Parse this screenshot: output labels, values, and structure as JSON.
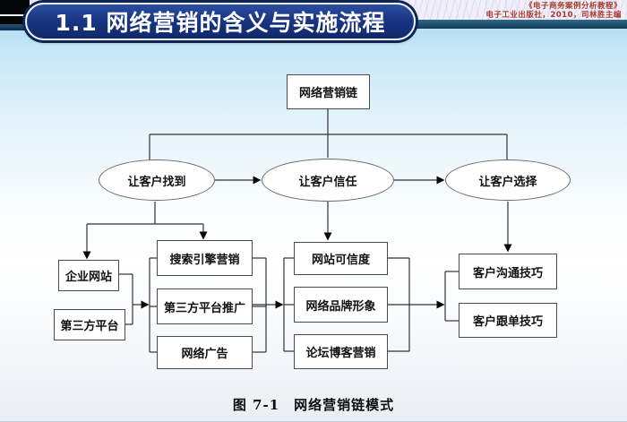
{
  "slide": {
    "title": "1.1 网络营销的含义与实施流程",
    "citation": {
      "line1": "《电子商务案例分析教程》",
      "line2": "电子工业出版社，2010，司林胜主编"
    },
    "caption": "图 7-1　网络营销链模式"
  },
  "diagram": {
    "nodes": {
      "chain": "网络营销链",
      "find": "让客户找到",
      "trust": "让客户信任",
      "choose": "让客户选择",
      "corp_site": "企业网站",
      "third_party": "第三方平台",
      "sem": "搜索引擎营销",
      "third_party_promo": "第三方平台推广",
      "web_ad": "网络广告",
      "credibility": "网站可信度",
      "brand_image": "网络品牌形象",
      "forum_blog": "论坛博客营销",
      "communication": "客户沟通技巧",
      "follow_up": "客户跟单技巧"
    }
  },
  "colors": {
    "title_bar_navy": "#17327c",
    "header_band_teal": "#1d4f6e",
    "citation_red": "#a63a2c",
    "background_top_blue": "#aedcf0",
    "connector_line": "#333333",
    "node_fill": "#ffffff",
    "node_border": "#4a4a4a"
  }
}
